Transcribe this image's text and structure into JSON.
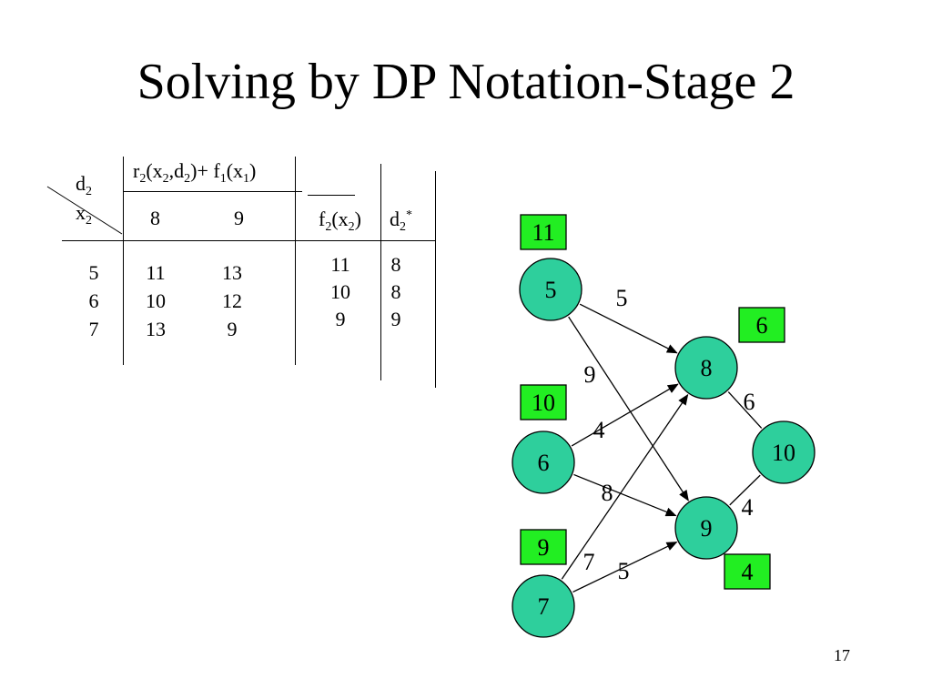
{
  "title": "Solving by DP Notation-Stage 2",
  "slide_number": "17",
  "table": {
    "header_r_prefix": "r",
    "header_r_sub": "2",
    "header_r_mid1": "(x",
    "header_r_sub2": "2",
    "header_r_mid2": ",d",
    "header_r_sub3": "2",
    "header_r_mid3": ")+ f",
    "header_r_sub4": "1",
    "header_r_mid4": "(x",
    "header_r_sub5": "1",
    "header_r_end": ")",
    "d_label": "d",
    "d_sub": "2",
    "x_label": "x",
    "x_sub": "2",
    "decision_8": "8",
    "decision_9": "9",
    "f_label": "f",
    "f_sub": "2",
    "f_arg": "(x",
    "f_arg_sub": "2",
    "f_arg_end": ")",
    "dstar_label": "d",
    "dstar_sub": "2",
    "dstar_sup": "*",
    "rows": [
      {
        "x": "5",
        "v8": "11",
        "v9": "13",
        "f": "11",
        "d": "8"
      },
      {
        "x": "6",
        "v8": "10",
        "v9": "12",
        "f": "10",
        "d": "8"
      },
      {
        "x": "7",
        "v8": "13",
        "v9": "9",
        "f": "9",
        "d": "9"
      }
    ]
  },
  "graph": {
    "node_color": "#2ecf9c",
    "box_color": "#22ee22",
    "nodes": [
      {
        "id": "5",
        "label": "5"
      },
      {
        "id": "6",
        "label": "6"
      },
      {
        "id": "7",
        "label": "7"
      },
      {
        "id": "8",
        "label": "8"
      },
      {
        "id": "9",
        "label": "9"
      },
      {
        "id": "10",
        "label": "10"
      }
    ],
    "edges": [
      {
        "from": "5",
        "to": "8",
        "weight": "5",
        "arrow": true
      },
      {
        "from": "5",
        "to": "9",
        "weight": "9",
        "arrow": true
      },
      {
        "from": "6",
        "to": "8",
        "weight": "4",
        "arrow": true
      },
      {
        "from": "6",
        "to": "9",
        "weight": "8",
        "arrow": true
      },
      {
        "from": "7",
        "to": "8",
        "weight": "7",
        "arrow": true
      },
      {
        "from": "7",
        "to": "9",
        "weight": "5",
        "arrow": true
      },
      {
        "from": "8",
        "to": "10",
        "weight": "6",
        "arrow": false
      },
      {
        "from": "9",
        "to": "10",
        "weight": "4",
        "arrow": false
      }
    ],
    "value_boxes": [
      {
        "node": "5",
        "value": "11"
      },
      {
        "node": "6",
        "value": "10"
      },
      {
        "node": "7",
        "value": "9"
      },
      {
        "node": "8",
        "value": "6"
      },
      {
        "node": "9",
        "value": "4"
      }
    ]
  }
}
